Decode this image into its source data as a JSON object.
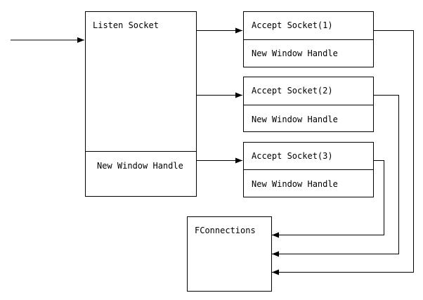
{
  "listen_box": {
    "title": "Listen Socket",
    "handle_label": "New Window Handle"
  },
  "accept_boxes": [
    {
      "socket_label": "Accept Socket(1)",
      "handle_label": "New Window Handle"
    },
    {
      "socket_label": "Accept Socket(2)",
      "handle_label": "New Window Handle"
    },
    {
      "socket_label": "Accept Socket(3)",
      "handle_label": "New Window Handle"
    }
  ],
  "connections_box": {
    "title": "FConnections"
  },
  "colors": {
    "line": "#000000",
    "background": "#ffffff"
  }
}
